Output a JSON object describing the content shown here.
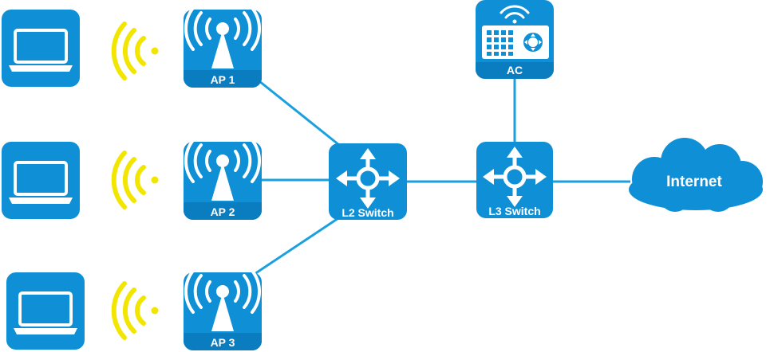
{
  "colors": {
    "device_blue": "#0e8fd6",
    "device_band": "#0a7cc0",
    "link_blue": "#1aa0df",
    "signal_yellow": "#f2e600",
    "white": "#ffffff"
  },
  "nodes": {
    "ap1": {
      "label": "AP 1",
      "icon": "wireless-ap-icon"
    },
    "ap2": {
      "label": "AP 2",
      "icon": "wireless-ap-icon"
    },
    "ap3": {
      "label": "AP 3",
      "icon": "wireless-ap-icon"
    },
    "l2": {
      "label": "L2 Switch",
      "icon": "switch-arrows-icon"
    },
    "l3": {
      "label": "L3 Switch",
      "icon": "switch-arrows-icon"
    },
    "ac": {
      "label": "AC",
      "icon": "access-controller-icon"
    },
    "internet": {
      "label": "Internet",
      "icon": "cloud-icon"
    }
  },
  "laptops": [
    {
      "icon": "laptop-icon"
    },
    {
      "icon": "laptop-icon"
    },
    {
      "icon": "laptop-icon"
    }
  ],
  "links": [
    [
      "ap1",
      "l2"
    ],
    [
      "ap2",
      "l2"
    ],
    [
      "ap3",
      "l2"
    ],
    [
      "l2",
      "l3"
    ],
    [
      "l3",
      "ac"
    ],
    [
      "l3",
      "internet"
    ]
  ]
}
